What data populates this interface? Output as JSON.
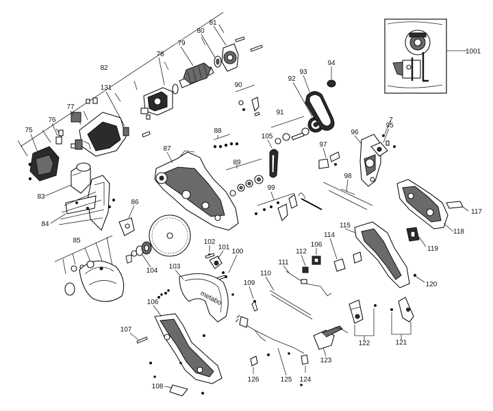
{
  "diagram": {
    "labels": {
      "p1001": "1001",
      "p7": "7",
      "p75": "75",
      "p76": "76",
      "p77": "77",
      "p78": "78",
      "p79": "79",
      "p80": "80",
      "p81": "81",
      "p82": "82",
      "p83": "83",
      "p84": "84",
      "p85": "85",
      "p86": "86",
      "p87": "87",
      "p88": "88",
      "p89": "89",
      "p90": "90",
      "p91": "91",
      "p92": "92",
      "p93": "93",
      "p94": "94",
      "p95": "95",
      "p96": "96",
      "p97": "97",
      "p98": "98",
      "p99": "99",
      "p100": "100",
      "p101": "101",
      "p102": "102",
      "p103": "103",
      "p104": "104",
      "p105": "105",
      "p106a": "106",
      "p106b": "106",
      "p107": "107",
      "p108": "108",
      "p109": "109",
      "p110": "110",
      "p111": "111",
      "p112": "112",
      "p114": "114",
      "p115": "115",
      "p117": "117",
      "p118": "118",
      "p119": "119",
      "p120": "120",
      "p121": "121",
      "p122": "122",
      "p123": "123",
      "p124": "124",
      "p125": "125",
      "p126": "126",
      "p131": "131"
    },
    "guard_brand": "metabo"
  }
}
